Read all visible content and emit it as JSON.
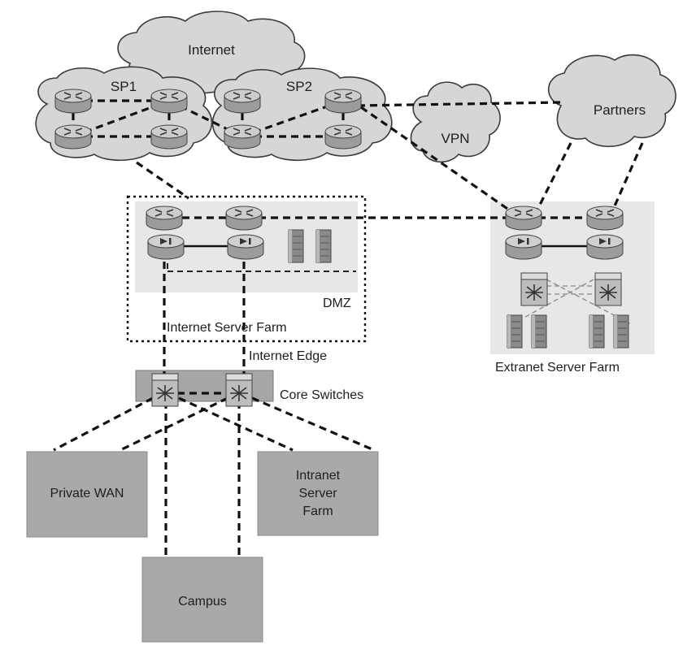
{
  "clouds": {
    "internet": "Internet",
    "sp1": "SP1",
    "sp2": "SP2",
    "vpn": "VPN",
    "partners": "Partners"
  },
  "zones": {
    "dmz": "DMZ",
    "internet_server_farm": "Internet Server Farm",
    "internet_edge": "Internet Edge",
    "extranet_server_farm": "Extranet Server Farm",
    "core_switches": "Core Switches"
  },
  "nodes": {
    "private_wan": "Private WAN",
    "intranet_line1": "Intranet",
    "intranet_line2": "Server",
    "intranet_line3": "Farm",
    "campus": "Campus"
  },
  "colors": {
    "cloud_fill": "#d6d6d6",
    "zone_fill": "#e7e7e7",
    "node_fill": "#a9a9a9",
    "device_fill": "#c9c9c9"
  },
  "icons": [
    "router-icon",
    "firewall-icon",
    "server-icon",
    "multilayer-switch-icon"
  ]
}
